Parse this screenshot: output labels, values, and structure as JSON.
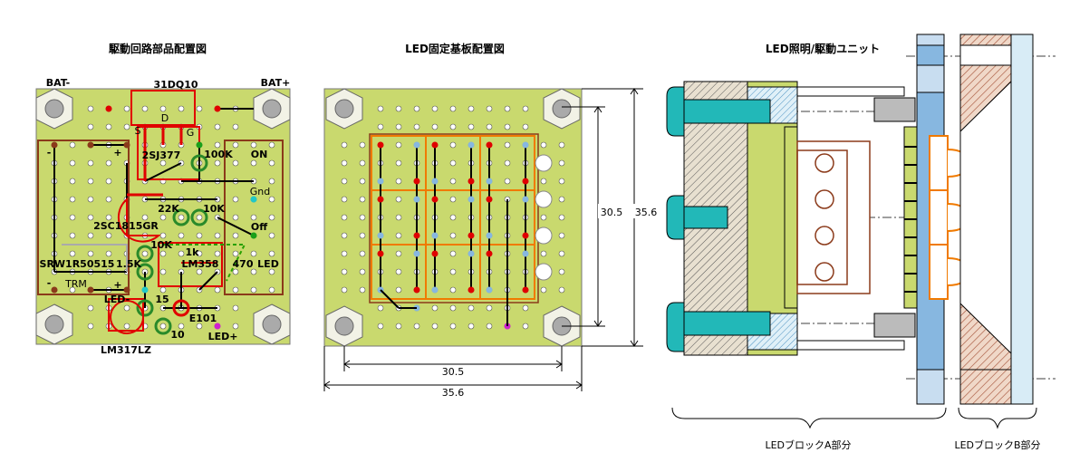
{
  "titles": {
    "drive_layout": "駆動回路部品配置図",
    "led_board_layout": "LED固定基板配置図",
    "unit_assembly": "LED照明/駆動ユニット"
  },
  "drive_board": {
    "labels": {
      "bat_minus": "BAT-",
      "bat_plus": "BAT+",
      "diode": "31DQ10",
      "d": "D",
      "s": "S",
      "g": "G",
      "mosfet": "2SJ377",
      "r100k": "100K",
      "on": "ON",
      "gnd": "Gnd",
      "off": "Off",
      "r22k": "22K",
      "r10k_a": "10K",
      "transistor": "2SC1815GR",
      "r10k_b": "10K",
      "r1k": "1k",
      "opamp": "LM358",
      "srw": "SRW1R50515",
      "r15k": "1.5K",
      "r470": "470",
      "led": "LED",
      "trm": "TRM",
      "led_minus": "LED-",
      "r15": "15",
      "plus": "+",
      "minus": "-",
      "e101": "E101",
      "r10": "10",
      "led_plus": "LED+",
      "regulator": "LM317LZ"
    }
  },
  "led_board": {
    "dims": {
      "inner_h": "30.5",
      "outer_h": "35.6",
      "inner_w": "30.5",
      "outer_w": "35.6"
    }
  },
  "unit": {
    "block_a": "LEDブロックA部分",
    "block_b": "LEDブロックB部分"
  },
  "colors": {
    "board": "#c9d96e",
    "hole": "#ffffff",
    "red": "#e00000",
    "green": "#008000",
    "orange": "#f07a00",
    "blue": "#87b7e0",
    "cyan": "#22b8b8",
    "brown": "#8b3a1a"
  }
}
